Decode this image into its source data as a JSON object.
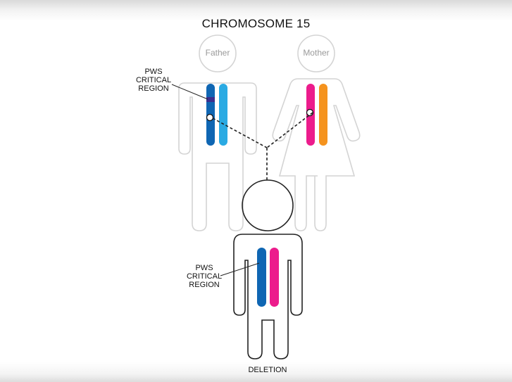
{
  "diagram": {
    "title": "CHROMOSOME 15",
    "father_label": "Father",
    "mother_label": "Mother",
    "region_label_top": [
      "PWS",
      "CRITICAL",
      "REGION"
    ],
    "region_label_bottom": [
      "PWS",
      "CRITICAL",
      "REGION"
    ],
    "caption": "DELETION",
    "colors": {
      "father_chromatid_dark": "#0f66b3",
      "father_chromatid_light": "#2aaae3",
      "critical_band": "#3b2f8f",
      "mother_chromatid_pink": "#ec1c8c",
      "mother_chromatid_orange": "#f5931e",
      "outline": "#d4d4d4",
      "connector": "#222222"
    }
  }
}
